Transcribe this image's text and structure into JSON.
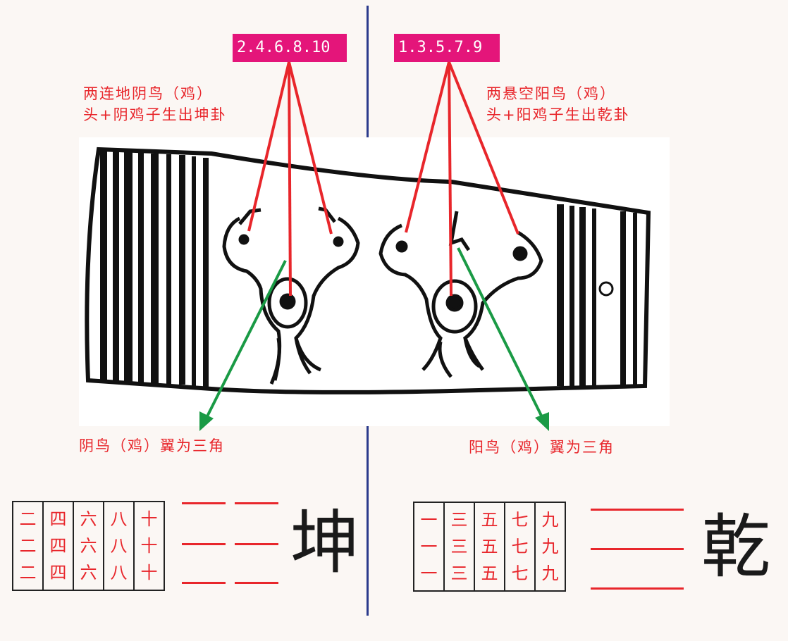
{
  "left": {
    "number_tag": "2.4.6.8.10",
    "caption_line1": "两连地阴鸟（鸡）",
    "caption_line2": "头+阴鸡子生出坤卦",
    "wing_caption": "阴鸟（鸡）翼为三角",
    "numbers": [
      "二",
      "四",
      "六",
      "八",
      "十"
    ],
    "trigram_name": "坤",
    "trigram_type": "yin-broken-lines"
  },
  "right": {
    "number_tag": "1.3.5.7.9",
    "caption_line1": "两悬空阳鸟（鸡）",
    "caption_line2": "头+阳鸡子生出乾卦",
    "wing_caption": "阳鸟（鸡）翼为三角",
    "numbers": [
      "一",
      "三",
      "五",
      "七",
      "九"
    ],
    "trigram_name": "乾",
    "trigram_type": "yang-solid-lines"
  },
  "colors": {
    "tag_bg": "#e4157a",
    "text_red": "#e8262b",
    "arrow_green": "#1a9a45",
    "divider_blue": "#2b3a8c"
  }
}
